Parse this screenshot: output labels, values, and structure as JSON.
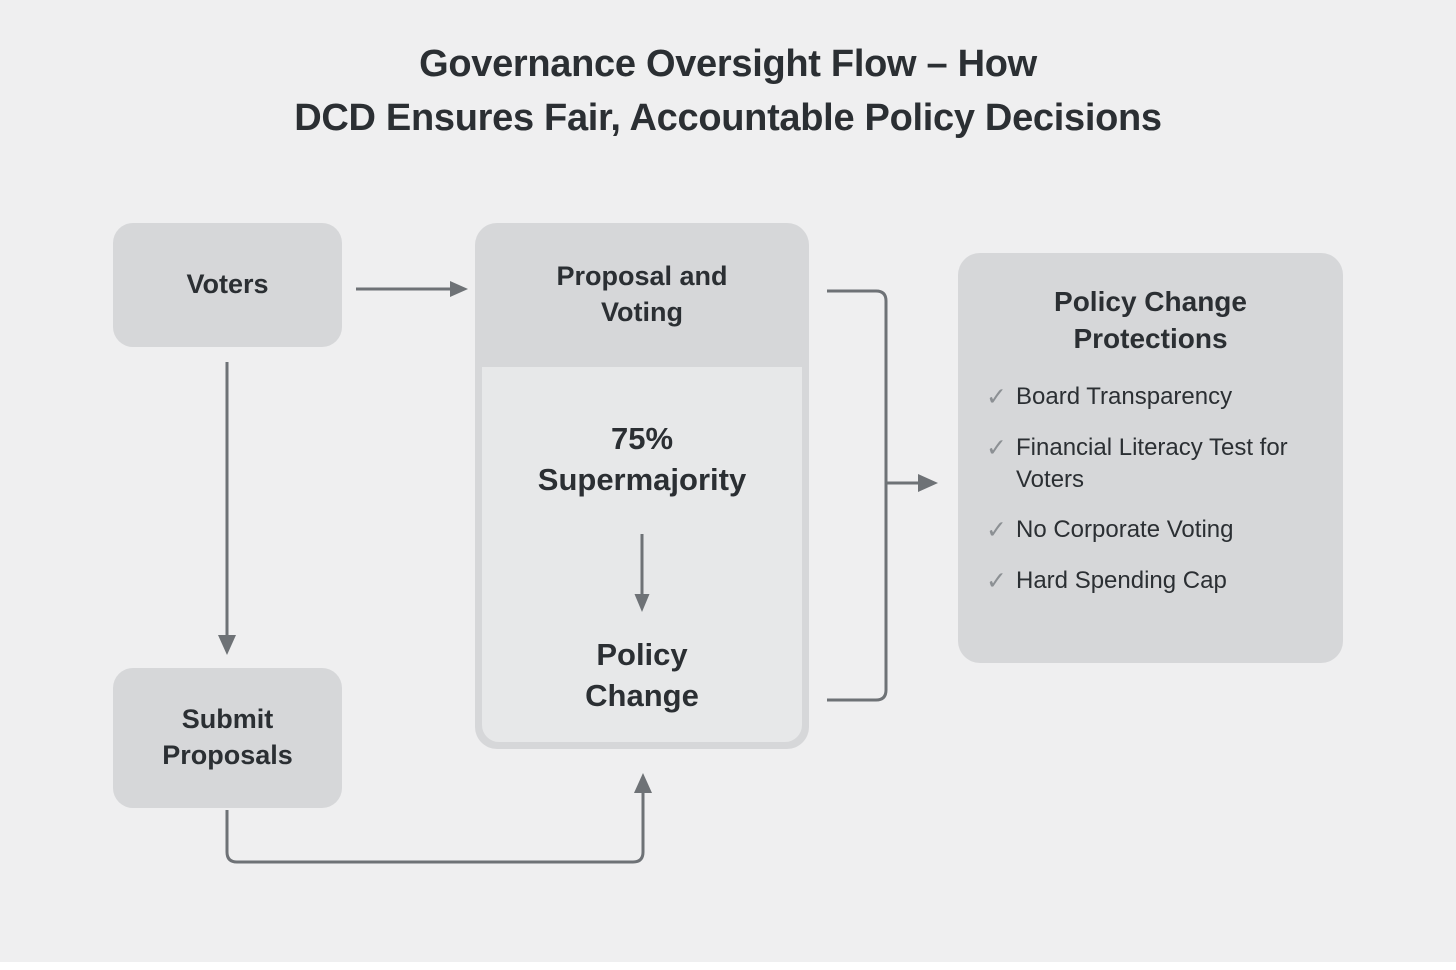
{
  "title": {
    "line1": "Governance Oversight Flow – How",
    "line2": "DCD Ensures Fair, Accountable Policy Decisions"
  },
  "nodes": {
    "voters": {
      "label": "Voters"
    },
    "submit": {
      "label": "Submit\nProposals",
      "line1": "Submit",
      "line2": "Proposals"
    },
    "center": {
      "header": "Proposal and Voting",
      "header_line1": "Proposal and",
      "header_line2": "Voting",
      "step1": "75% Supermajority",
      "step1_line1": "75%",
      "step1_line2": "Supermajority",
      "step2": "Policy Change",
      "step2_line1": "Policy",
      "step2_line2": "Change"
    }
  },
  "protections": {
    "title_line1": "Policy Change",
    "title_line2": "Protections",
    "check_glyph": "✓",
    "items": [
      {
        "label": "Board Transparency"
      },
      {
        "label": "Financial Literacy Test for Voters"
      },
      {
        "label": "No Corporate Voting"
      },
      {
        "label": "Hard Spending Cap"
      }
    ]
  },
  "connectors": [
    {
      "name": "voters-to-proposal",
      "from": "Voters",
      "to": "Proposal and Voting"
    },
    {
      "name": "voters-to-submit",
      "from": "Voters",
      "to": "Submit Proposals"
    },
    {
      "name": "submit-to-proposal-feedback",
      "from": "Submit Proposals",
      "to": "Proposal and Voting"
    },
    {
      "name": "supermajority-to-policy-change",
      "from": "75% Supermajority",
      "to": "Policy Change"
    },
    {
      "name": "proposal-to-protections",
      "from": "Proposal and Voting",
      "to": "Policy Change Protections"
    }
  ],
  "colors": {
    "canvas_background": "#efeff0",
    "node_fill": "#d6d7d9",
    "panel_body_fill": "#e7e8e9",
    "text": "#2b2f33",
    "connector_stroke": "#6e7276",
    "check_glyph": "#8c9094"
  }
}
